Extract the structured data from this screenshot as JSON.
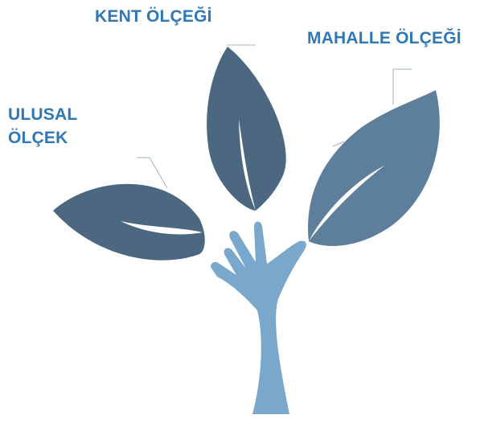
{
  "labels": {
    "kent": "KENT ÖLÇEĞİ",
    "mahalle": "MAHALLE ÖLÇEĞİ",
    "ulusal_line1": "ULUSAL",
    "ulusal_line2": "ÖLÇEK"
  },
  "colors": {
    "label_text": "#2f78b7",
    "leaf_dark": "#4b6880",
    "leaf_right": "#5d7f9c",
    "hand": "#79a8cc",
    "connector": "#9fb3c4"
  },
  "icons": [
    "left-leaf",
    "center-leaf",
    "right-leaf",
    "hand-trunk"
  ]
}
